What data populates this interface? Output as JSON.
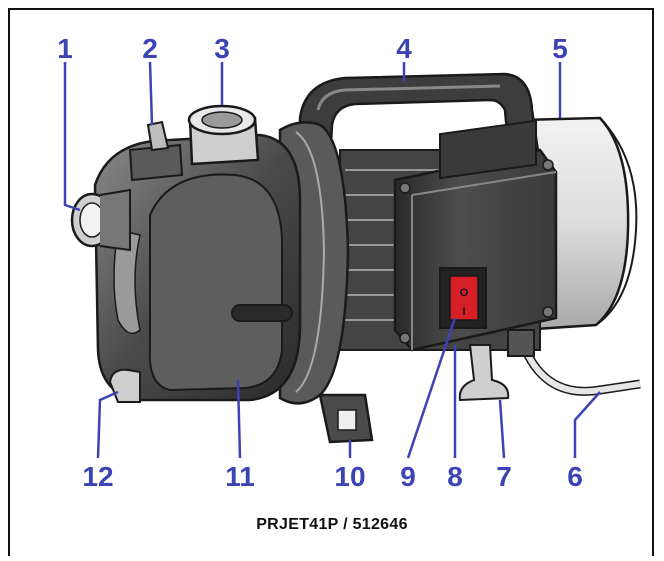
{
  "diagram": {
    "callouts": [
      {
        "id": "1",
        "label": "1"
      },
      {
        "id": "2",
        "label": "2"
      },
      {
        "id": "3",
        "label": "3"
      },
      {
        "id": "4",
        "label": "4"
      },
      {
        "id": "5",
        "label": "5"
      },
      {
        "id": "6",
        "label": "6"
      },
      {
        "id": "7",
        "label": "7"
      },
      {
        "id": "8",
        "label": "8"
      },
      {
        "id": "9",
        "label": "9"
      },
      {
        "id": "10",
        "label": "10"
      },
      {
        "id": "11",
        "label": "11"
      },
      {
        "id": "12",
        "label": "12"
      }
    ],
    "switch": {
      "off_symbol": "O",
      "on_symbol": "I"
    },
    "caption": "PRJET41P / 512646",
    "colors": {
      "callout": "#3b43b5",
      "outline": "#1a1a1a",
      "body_dark": "#3a3a3a",
      "body_mid": "#6e6e6e",
      "body_light": "#bdbdbd",
      "switch_red": "#d61f26"
    }
  }
}
